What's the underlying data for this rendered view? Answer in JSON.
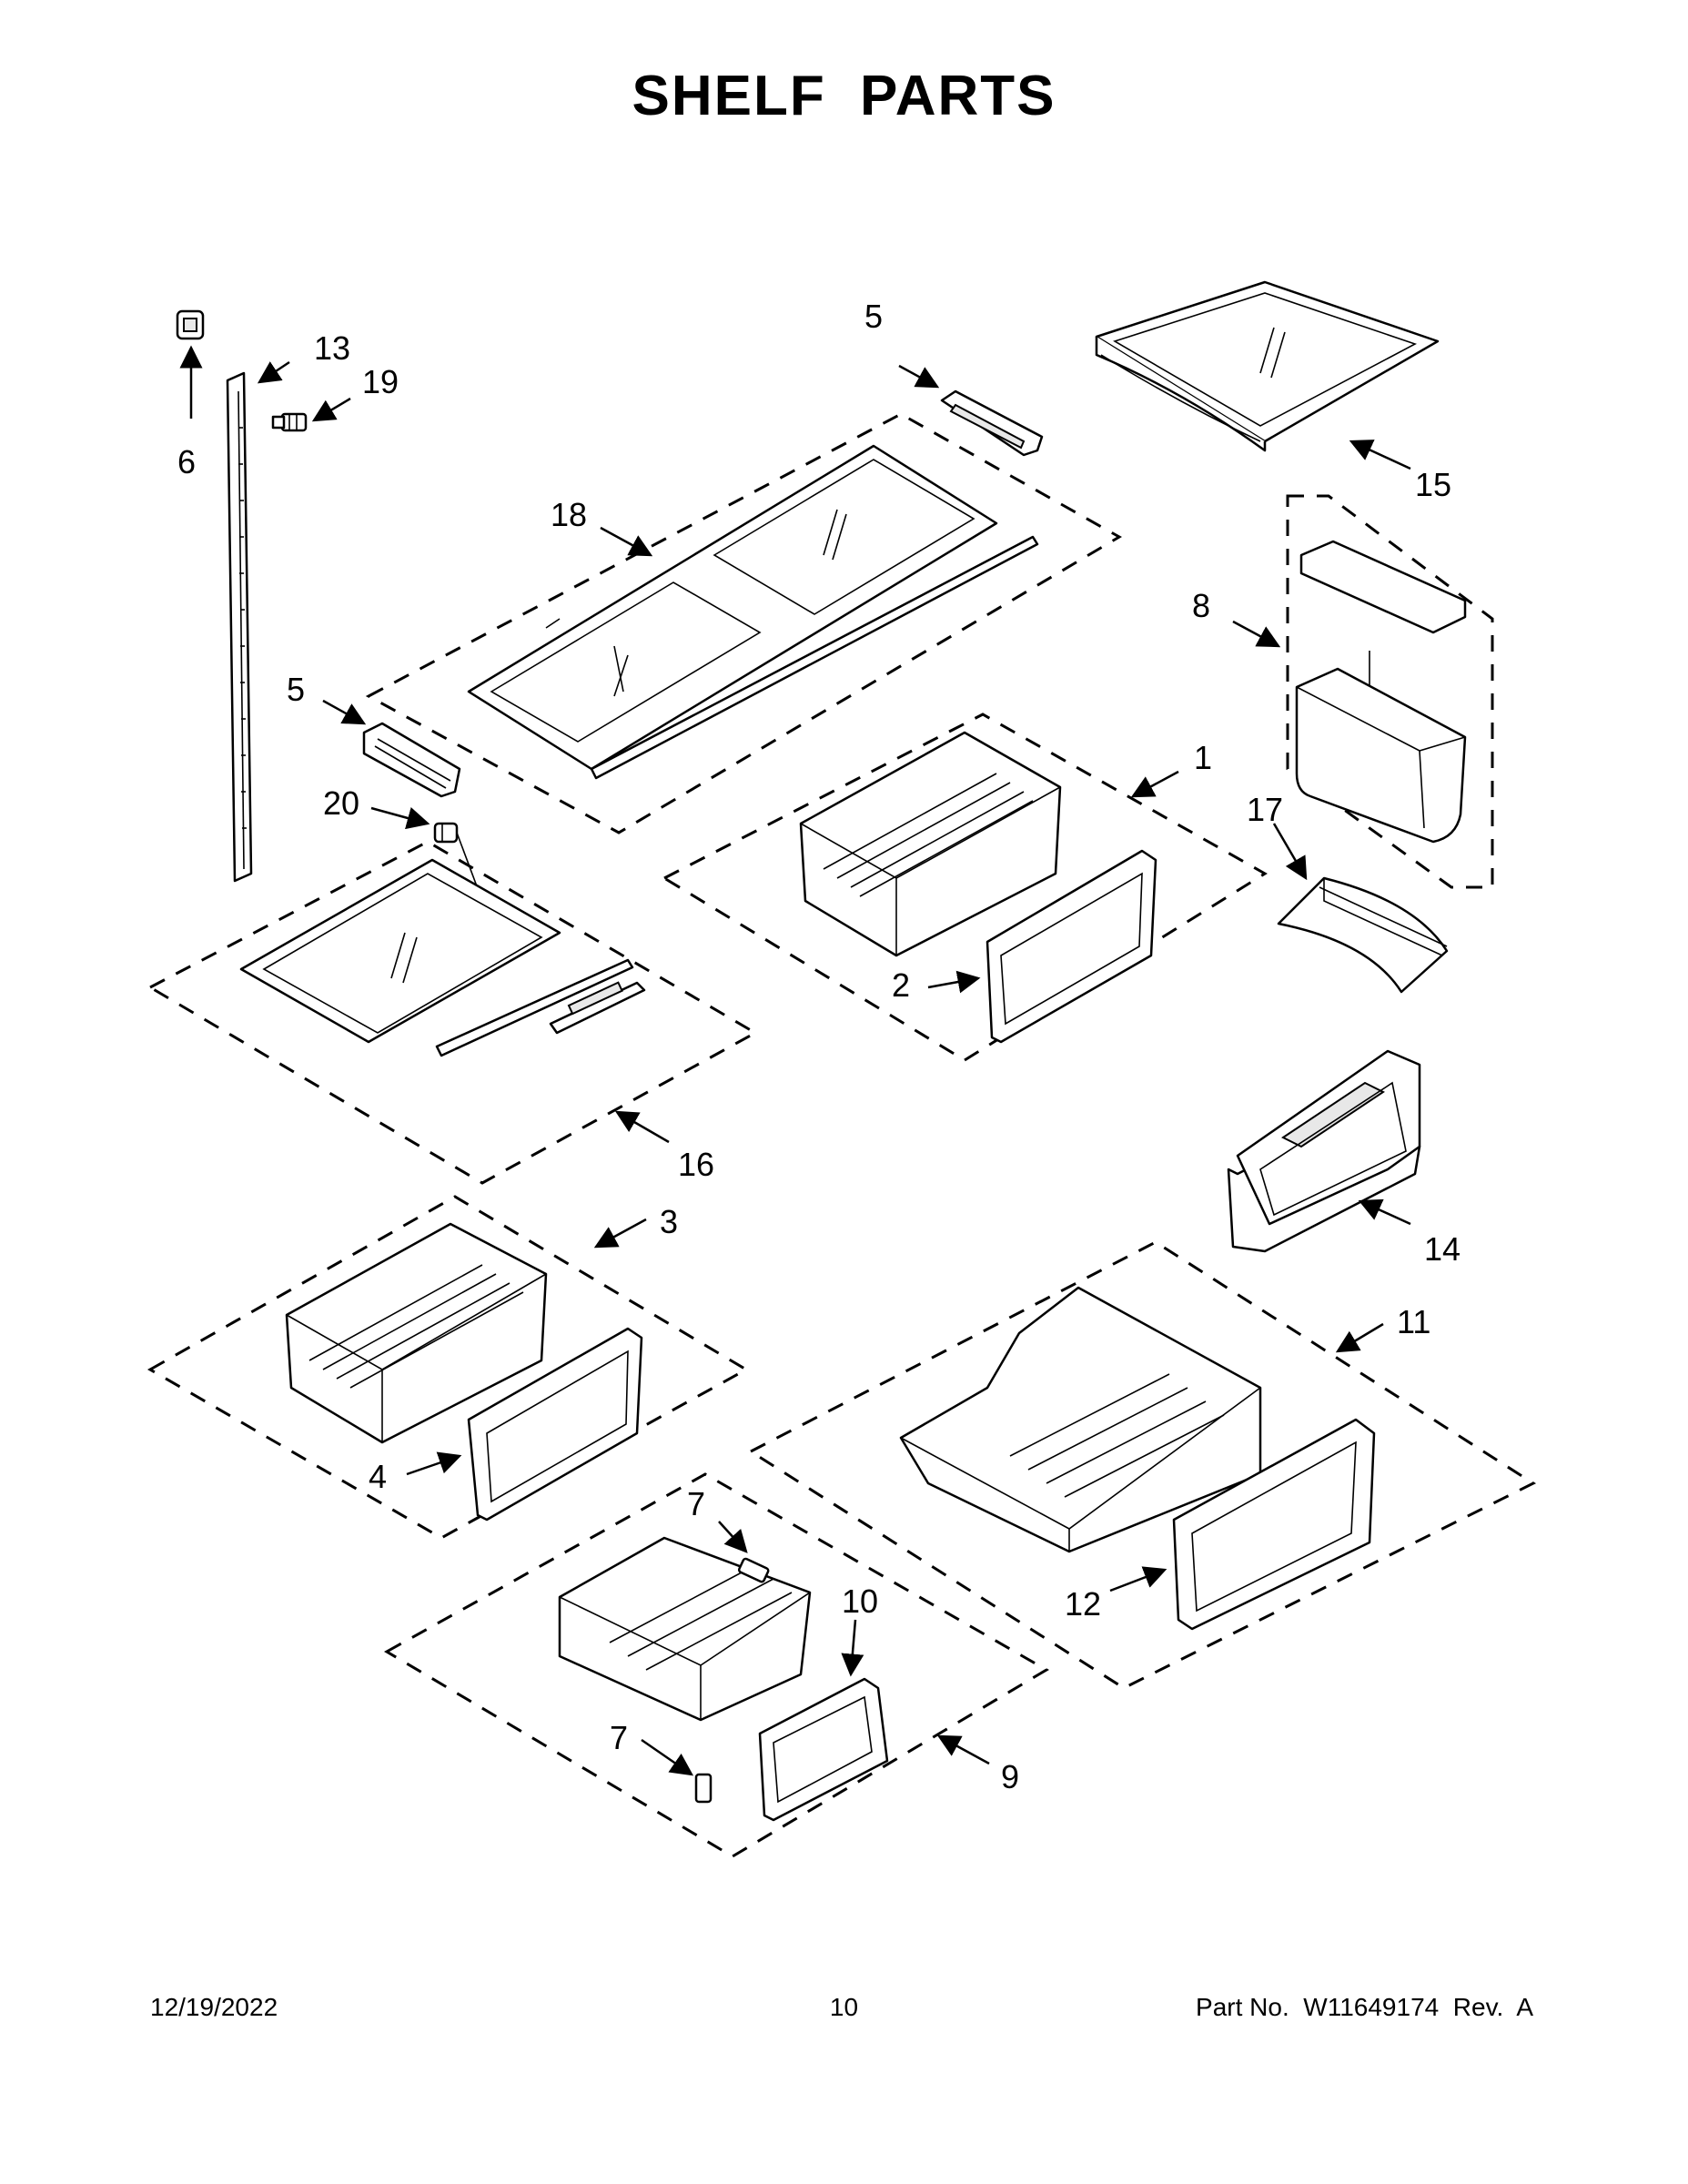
{
  "title": "SHELF PARTS",
  "footer": {
    "date": "12/19/2022",
    "page": "10",
    "part_label": "Part No.",
    "part_number": "W11649174",
    "rev_label": "Rev.",
    "rev": "A"
  },
  "callouts": {
    "c13": "13",
    "c19": "19",
    "c6": "6",
    "c5a": "5",
    "c15": "15",
    "c18": "18",
    "c8": "8",
    "c5b": "5",
    "c1": "1",
    "c20": "20",
    "c17": "17",
    "c2": "2",
    "c16": "16",
    "c3": "3",
    "c14": "14",
    "c11": "11",
    "c4": "4",
    "c7a": "7",
    "c10": "10",
    "c12": "12",
    "c7b": "7",
    "c9": "9"
  }
}
